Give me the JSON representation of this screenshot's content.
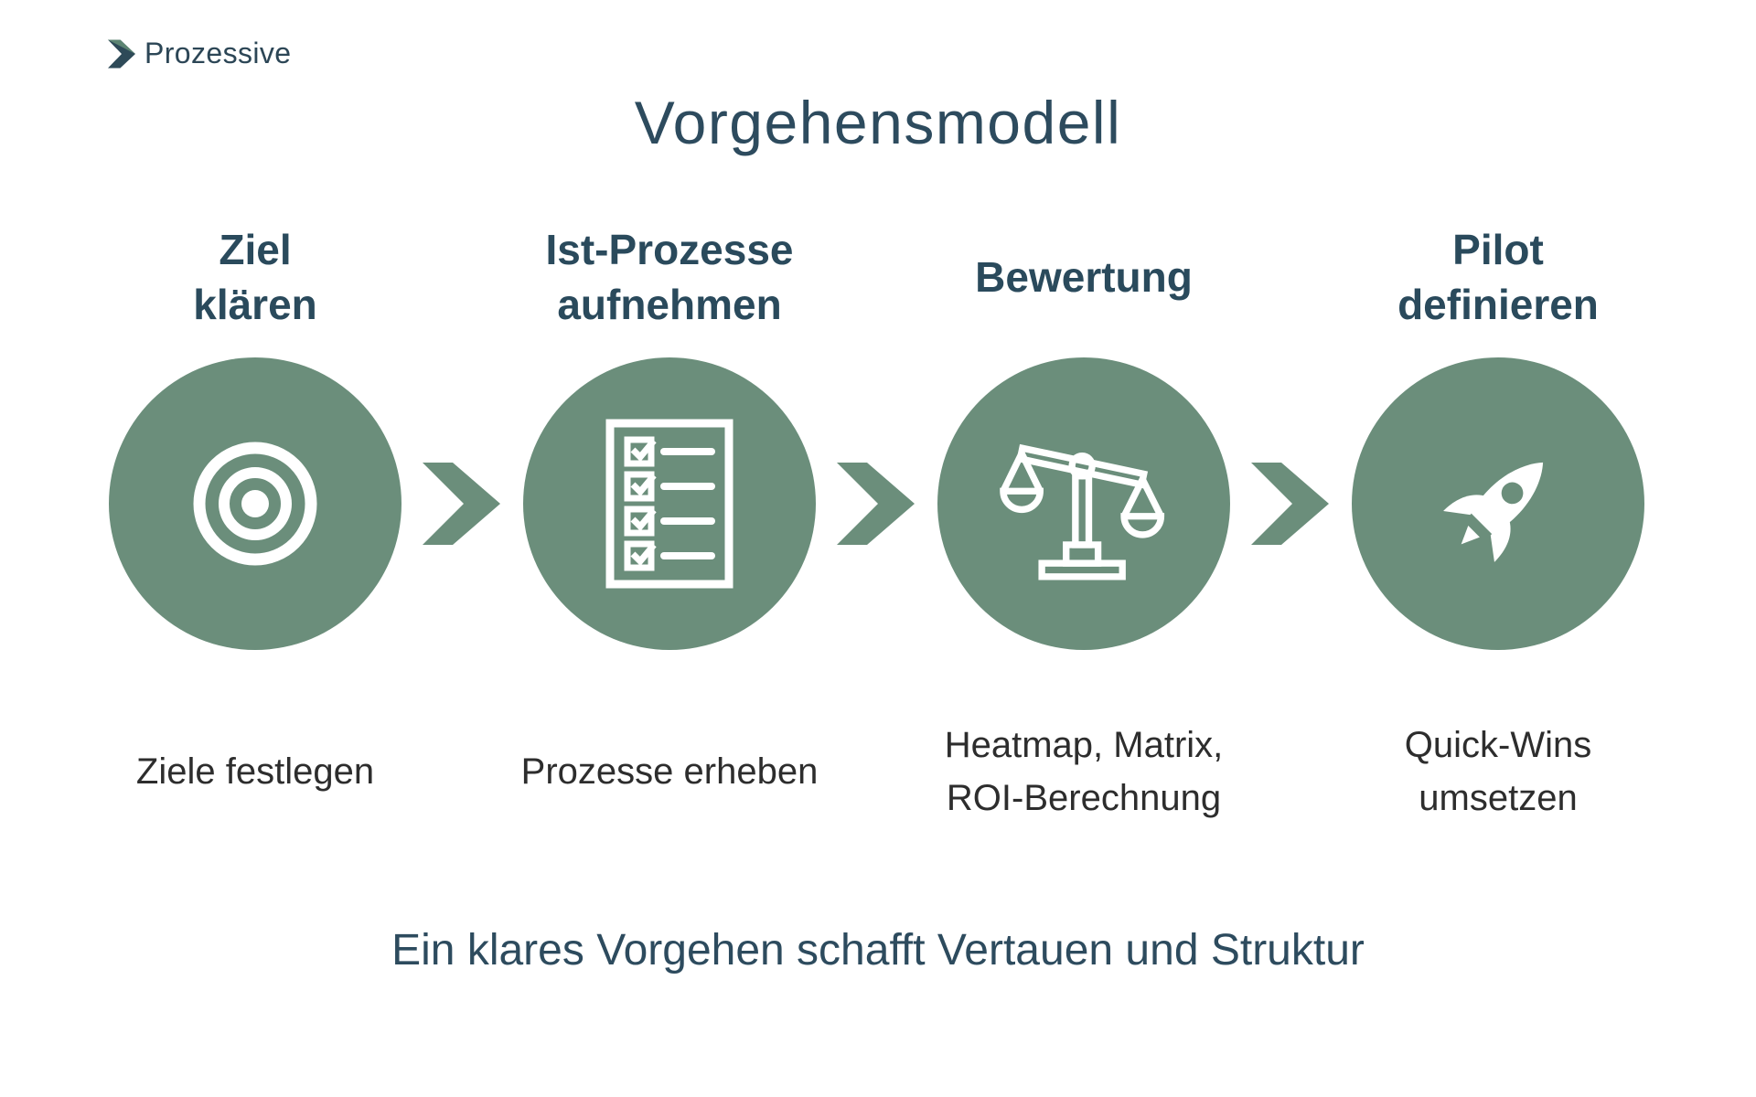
{
  "brand": {
    "name": "Prozessive"
  },
  "title": "Vorgehensmodell",
  "steps": [
    {
      "title_lines": [
        "Ziel",
        "klären"
      ],
      "icon": "target-icon",
      "caption_lines": [
        "Ziele festlegen"
      ]
    },
    {
      "title_lines": [
        "Ist-Prozesse",
        "aufnehmen"
      ],
      "icon": "checklist-icon",
      "caption_lines": [
        "Prozesse erheben"
      ]
    },
    {
      "title_lines": [
        "Bewertung"
      ],
      "icon": "scales-icon",
      "caption_lines": [
        "Heatmap, Matrix,",
        "ROI-Berechnung"
      ]
    },
    {
      "title_lines": [
        "Pilot",
        "definieren"
      ],
      "icon": "rocket-icon",
      "caption_lines": [
        "Quick-Wins",
        "umsetzen"
      ]
    }
  ],
  "footer": {
    "text": "Ein klares Vorgehen schafft Vertauen und Struktur"
  },
  "colors": {
    "accent_green": "#6B8E7B",
    "logo_green": "#5C8472",
    "heading_slate": "#2A4A5C",
    "title_slate": "#2D4B5E",
    "caption_dark": "#2D2D2D",
    "background": "#FFFFFF",
    "icon_white": "#FFFFFF"
  }
}
